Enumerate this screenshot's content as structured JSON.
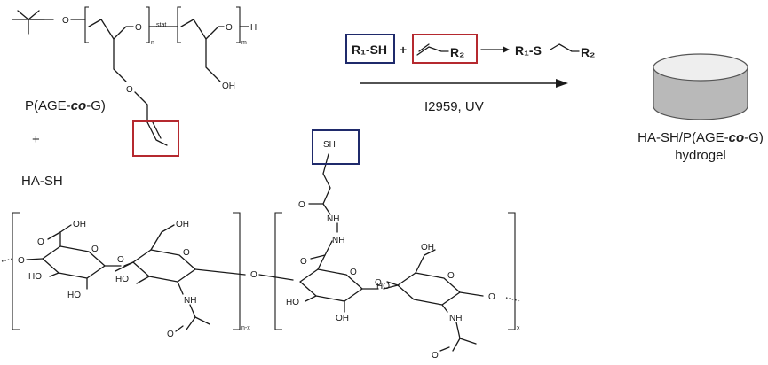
{
  "colors": {
    "blue_box": "#1f2a6b",
    "red_box": "#b5292f",
    "ink": "#1a1a1a",
    "cylinder_top": "#eeeeee",
    "cylinder_side": "#b9b9b9"
  },
  "polymer": {
    "label_main": "P(AGE-",
    "label_co": "co",
    "label_end": "-G)",
    "stat": "stat",
    "n": "n",
    "m": "m",
    "h": "H",
    "oh": "OH",
    "o1": "O",
    "o2": "O",
    "o3": "O",
    "o4": "O"
  },
  "plus_label": "+",
  "ha_label": "HA-SH",
  "reaction": {
    "r1sh": "R₁-SH",
    "plus": "+",
    "r2": "R₂",
    "product_r1s": "R₁-S",
    "product_r2": "R₂",
    "conditions": "I2959, UV"
  },
  "hydrogel": {
    "line1_main": "HA-SH/P(AGE-",
    "line1_co": "co",
    "line1_end": "-G)",
    "line2": "hydrogel"
  },
  "hyaluronan": {
    "sh": "SH",
    "o_carbonyl1": "O",
    "nh1": "NH",
    "nh2": "NH",
    "o_carbonyl2": "O",
    "oh_acid": "OH",
    "o_acid": "O",
    "o_left": "O",
    "oh_a": "HO",
    "oh_b": "HO",
    "oh_c": "OH",
    "oh_d": "HO",
    "oh_e": "HO",
    "oh_f": "OH",
    "o_ring1": "O",
    "o_ring2": "O",
    "o_ring3": "O",
    "o_ring4": "O",
    "o_link1": "O",
    "o_link2": "O",
    "o_link3": "O",
    "o_link4": "O",
    "nh_a": "NH",
    "nh_b": "NH",
    "o_acetyl1": "O",
    "o_acetyl2": "O",
    "o_right": "O",
    "sub_nx": "n-x",
    "sub_x": "x"
  }
}
